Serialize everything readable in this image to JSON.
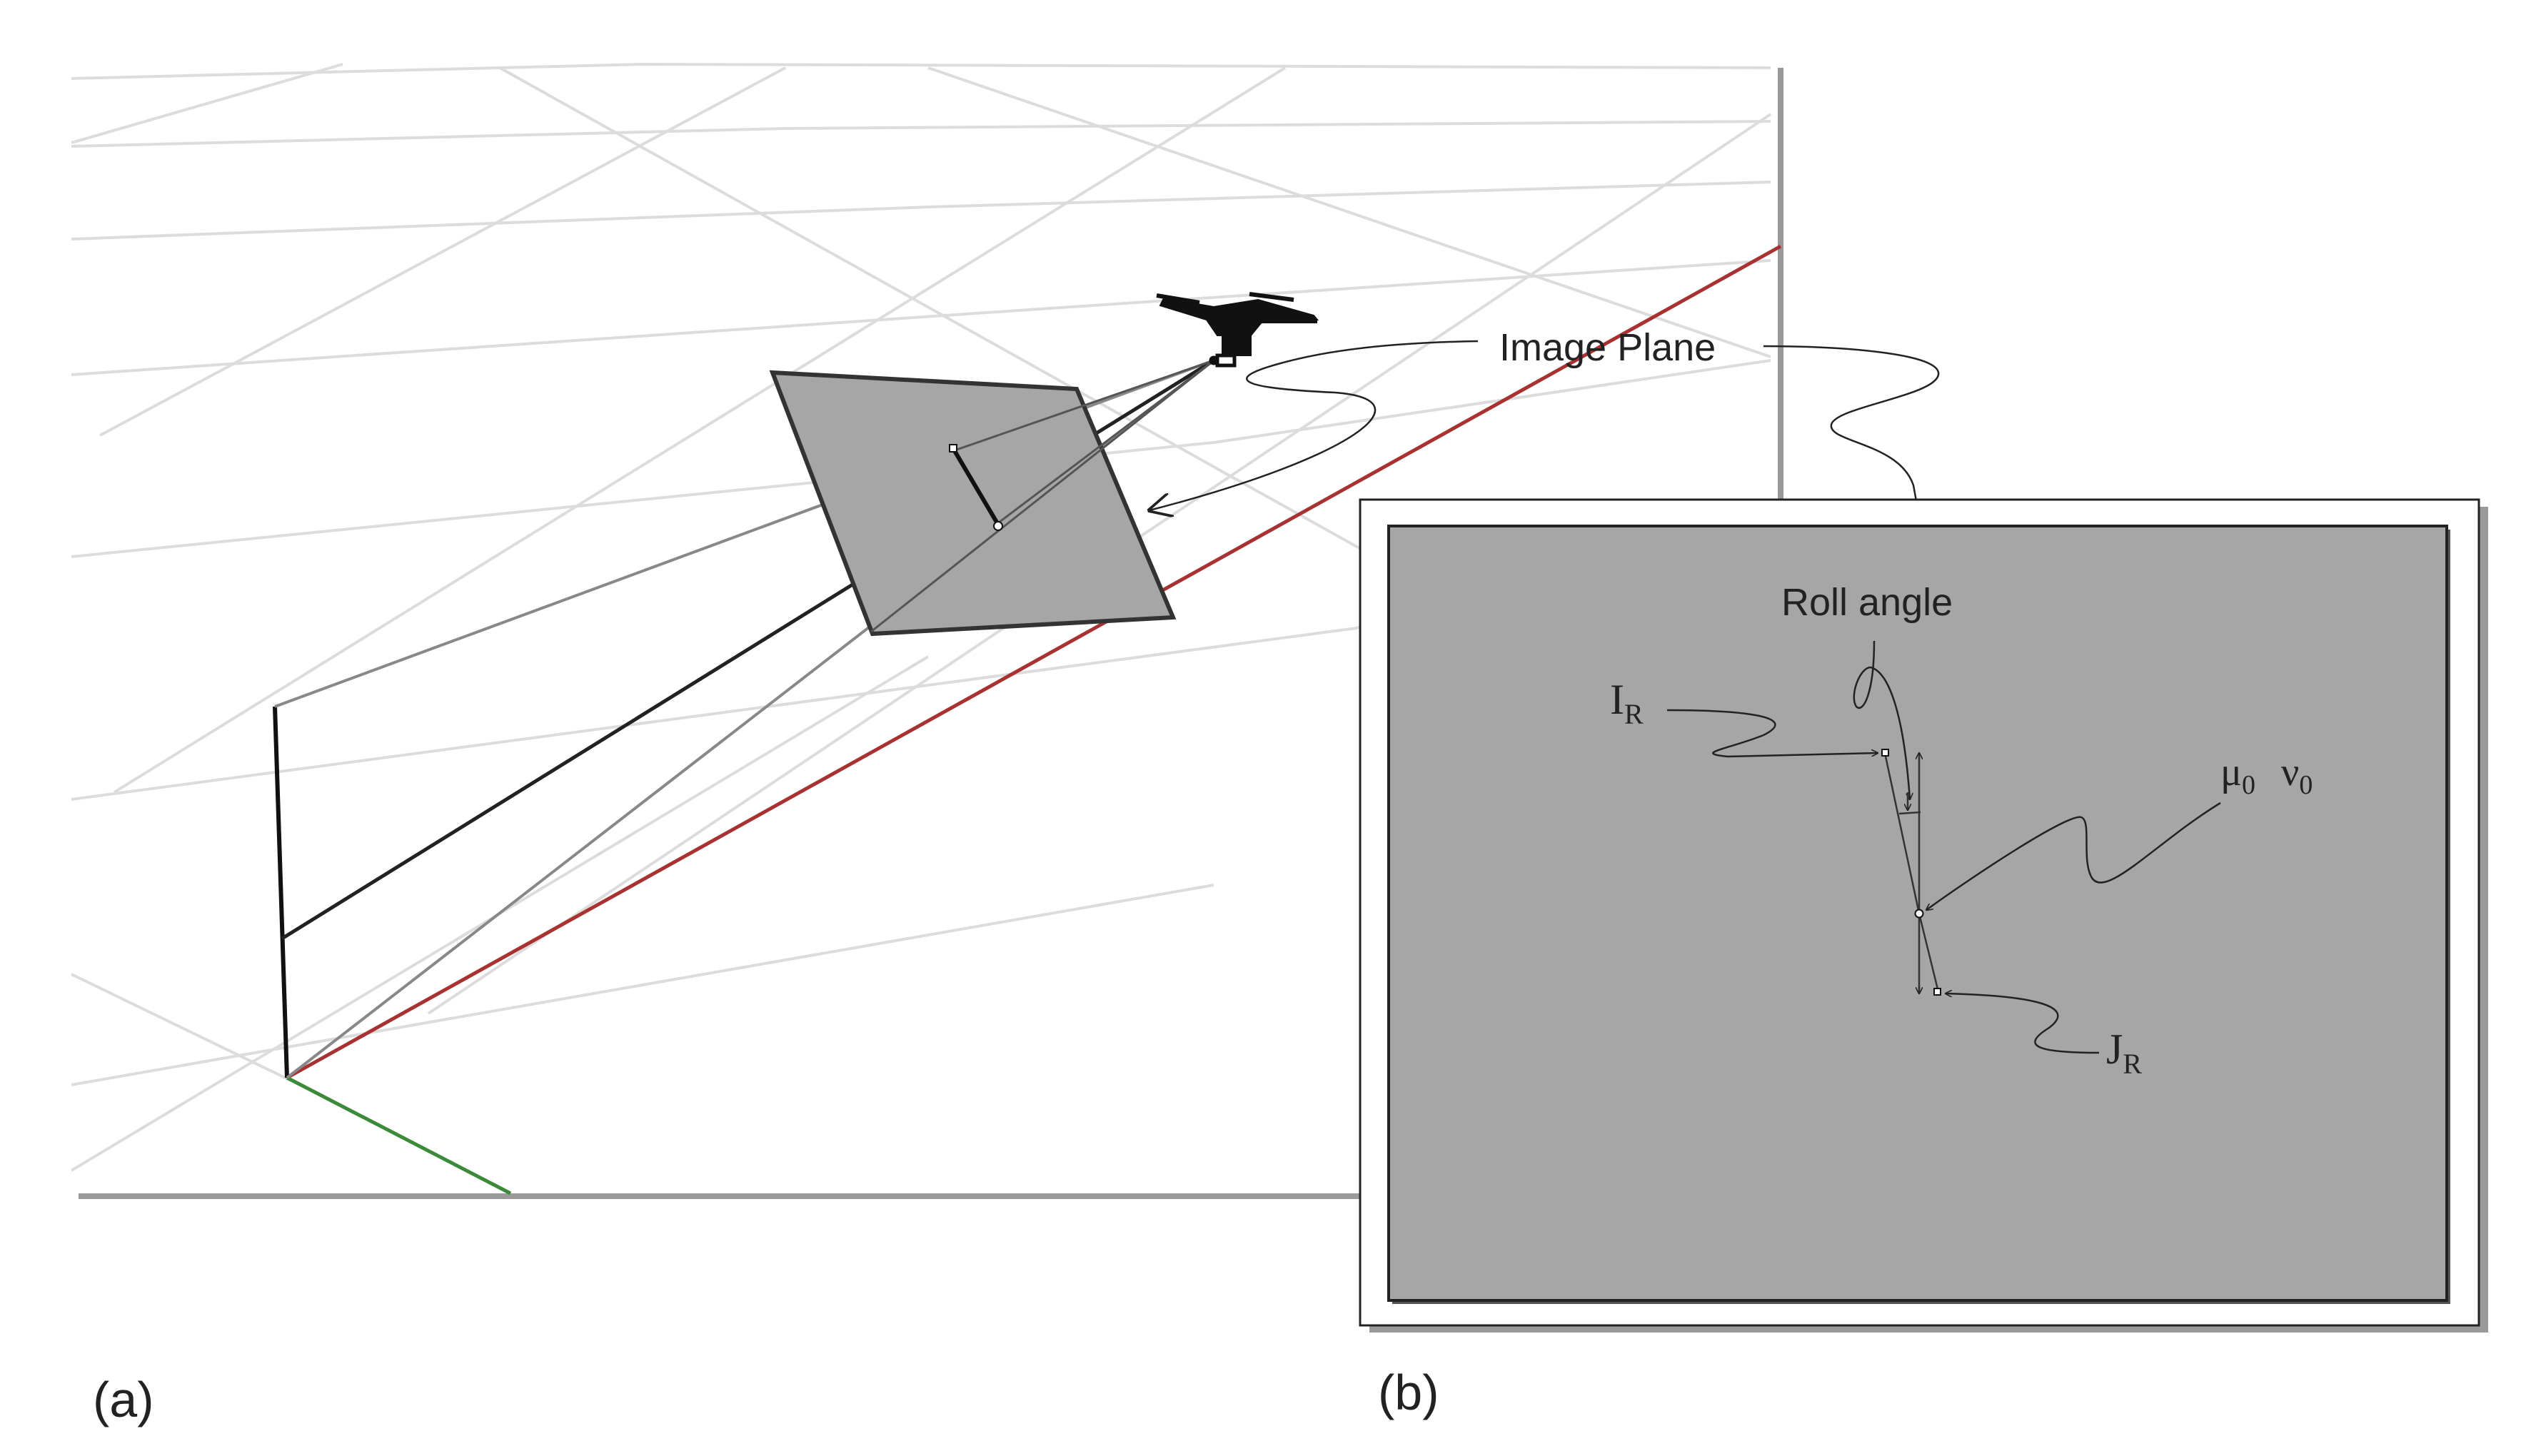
{
  "panel_a": {
    "caption": "(a)",
    "image_plane_label": "Image Plane"
  },
  "panel_b": {
    "caption": "(b)",
    "roll_angle_label": "Roll angle",
    "ir_label": {
      "main": "I",
      "sub": "R"
    },
    "jr_label": {
      "main": "J",
      "sub": "R"
    },
    "principal_point_label": {
      "mu": "μ",
      "mu_sub": "0",
      "nu": "ν",
      "nu_sub": "0"
    }
  },
  "colors": {
    "grid": "#dcdcdc",
    "plane_fill": "#a6a6a6",
    "axis_red": "#a83232",
    "axis_green": "#3a8a3a",
    "axis_black": "#111111",
    "frame_shadow": "#9a9a9a"
  }
}
